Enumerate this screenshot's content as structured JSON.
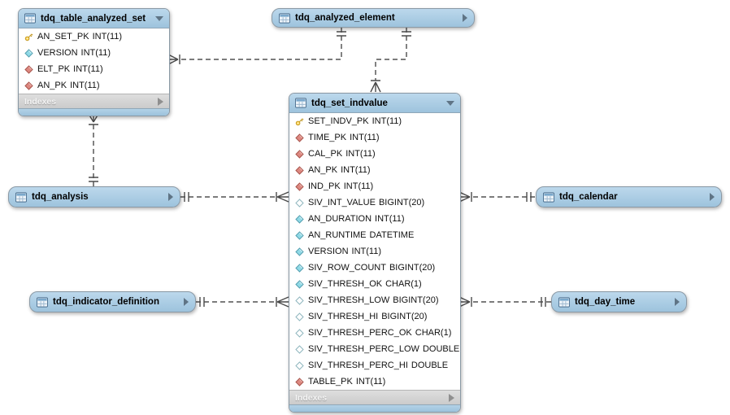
{
  "diagram": {
    "tool": "eer-diagram",
    "colors": {
      "table_header_blue": "#a9cbe2",
      "footer_gray": "#d4d4d4",
      "connector_line": "#2e2e2e",
      "primary_key_yellow": "#ffd34d",
      "foreign_key_red": "#dd8880",
      "attribute_cyan": "#8fd9e6",
      "nullable_outline": "#8fb6be"
    },
    "tables": [
      {
        "id": "tdq_table_analyzed_set",
        "title": "tdq_table_analyzed_set",
        "collapsed": false,
        "footer": "Indexes",
        "columns": [
          {
            "icon": "primary-key",
            "name": "AN_SET_PK",
            "type": "INT(11)"
          },
          {
            "icon": "attribute-notnull",
            "name": "VERSION",
            "type": "INT(11)"
          },
          {
            "icon": "foreign-key",
            "name": "ELT_PK",
            "type": "INT(11)"
          },
          {
            "icon": "foreign-key",
            "name": "AN_PK",
            "type": "INT(11)"
          }
        ]
      },
      {
        "id": "tdq_analyzed_element",
        "title": "tdq_analyzed_element",
        "collapsed": true
      },
      {
        "id": "tdq_set_indvalue",
        "title": "tdq_set_indvalue",
        "collapsed": false,
        "footer": "Indexes",
        "columns": [
          {
            "icon": "primary-key",
            "name": "SET_INDV_PK",
            "type": "INT(11)"
          },
          {
            "icon": "foreign-key",
            "name": "TIME_PK",
            "type": "INT(11)"
          },
          {
            "icon": "foreign-key",
            "name": "CAL_PK",
            "type": "INT(11)"
          },
          {
            "icon": "foreign-key",
            "name": "AN_PK",
            "type": "INT(11)"
          },
          {
            "icon": "foreign-key",
            "name": "IND_PK",
            "type": "INT(11)"
          },
          {
            "icon": "attribute-nullable",
            "name": "SIV_INT_VALUE",
            "type": "BIGINT(20)"
          },
          {
            "icon": "attribute-notnull",
            "name": "AN_DURATION",
            "type": "INT(11)"
          },
          {
            "icon": "attribute-notnull",
            "name": "AN_RUNTIME",
            "type": "DATETIME"
          },
          {
            "icon": "attribute-notnull",
            "name": "VERSION",
            "type": "INT(11)"
          },
          {
            "icon": "attribute-notnull",
            "name": "SIV_ROW_COUNT",
            "type": "BIGINT(20)"
          },
          {
            "icon": "attribute-notnull",
            "name": "SIV_THRESH_OK",
            "type": "CHAR(1)"
          },
          {
            "icon": "attribute-nullable",
            "name": "SIV_THRESH_LOW",
            "type": "BIGINT(20)"
          },
          {
            "icon": "attribute-nullable",
            "name": "SIV_THRESH_HI",
            "type": "BIGINT(20)"
          },
          {
            "icon": "attribute-nullable",
            "name": "SIV_THRESH_PERC_OK",
            "type": "CHAR(1)"
          },
          {
            "icon": "attribute-nullable",
            "name": "SIV_THRESH_PERC_LOW",
            "type": "DOUBLE"
          },
          {
            "icon": "attribute-nullable",
            "name": "SIV_THRESH_PERC_HI",
            "type": "DOUBLE"
          },
          {
            "icon": "foreign-key",
            "name": "TABLE_PK",
            "type": "INT(11)"
          }
        ]
      },
      {
        "id": "tdq_analysis",
        "title": "tdq_analysis",
        "collapsed": true
      },
      {
        "id": "tdq_calendar",
        "title": "tdq_calendar",
        "collapsed": true
      },
      {
        "id": "tdq_indicator_definition",
        "title": "tdq_indicator_definition",
        "collapsed": true
      },
      {
        "id": "tdq_day_time",
        "title": "tdq_day_time",
        "collapsed": true
      }
    ],
    "relationships": [
      {
        "one_side": "tdq_analyzed_element",
        "many_side": "tdq_table_analyzed_set",
        "line": "dashed"
      },
      {
        "one_side": "tdq_analyzed_element",
        "many_side": "tdq_set_indvalue",
        "line": "dashed"
      },
      {
        "one_side": "tdq_analysis",
        "many_side": "tdq_table_analyzed_set",
        "line": "dashed"
      },
      {
        "one_side": "tdq_analysis",
        "many_side": "tdq_set_indvalue",
        "line": "dashed"
      },
      {
        "one_side": "tdq_calendar",
        "many_side": "tdq_set_indvalue",
        "line": "dashed"
      },
      {
        "one_side": "tdq_indicator_definition",
        "many_side": "tdq_set_indvalue",
        "line": "dashed"
      },
      {
        "one_side": "tdq_day_time",
        "many_side": "tdq_set_indvalue",
        "line": "dashed"
      }
    ]
  }
}
